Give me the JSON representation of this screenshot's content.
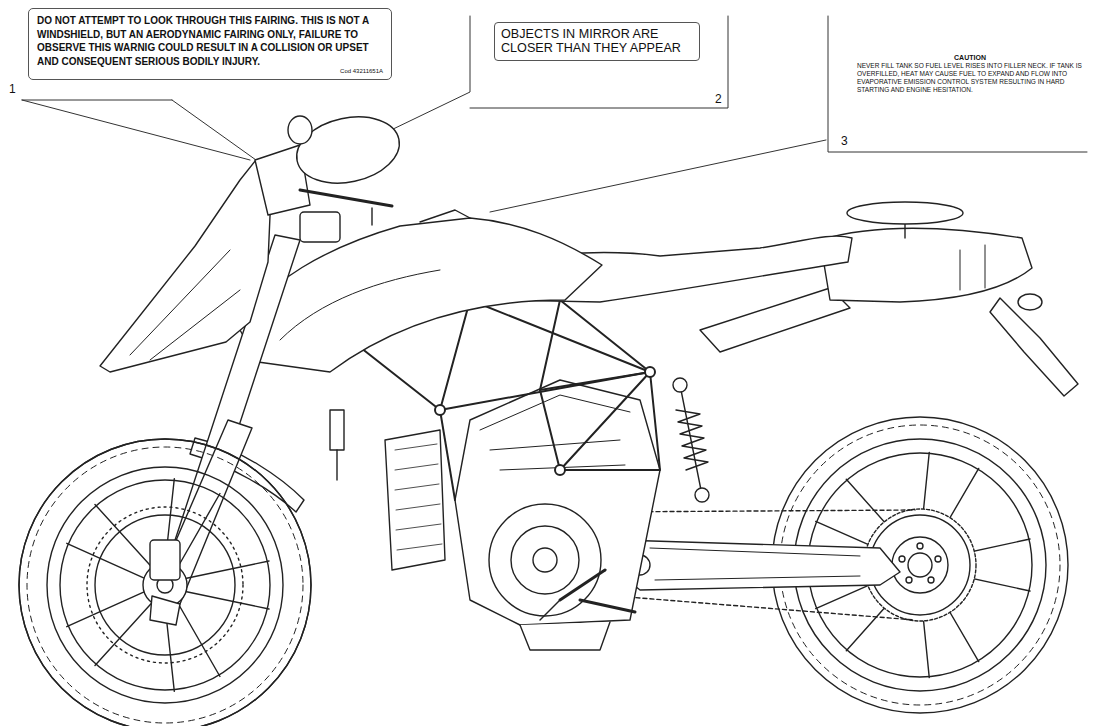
{
  "diagram": {
    "nodes": [
      {
        "text": [
          "DO NOT ATTEMPT TO LOOK THROUGH THIS FAIRING. THIS IS NOT A WINDSHIELD, BUT AN AERODYNAMIC FAIRING ONLY, FAILURE TO OBSERVE THIS WARNIG COULD RESULT IN A COLLISION OR UPSET AND CONSEQUENT SERIOUS BODILY INJURY.",
          "Cod 43211651A"
        ]
      },
      {
        "text": [
          "OBJECTS IN MIRROR ARE CLOSER THAN THEY APPEAR"
        ]
      },
      {
        "text": [
          "CAUTION",
          "NEVER FILL TANK SO FUEL LEVEL RISES INTO FILLER NECK. IF TANK IS OVERFILLED, HEAT MAY CAUSE FUEL TO EXPAND AND FLOW INTO EVAPORATIVE EMISSION CONTROL SYSTEM RESULTING IN HARD STARTING AND ENGINE HESITATION."
        ]
      }
    ],
    "labels": [
      "1",
      "2",
      "3"
    ]
  }
}
